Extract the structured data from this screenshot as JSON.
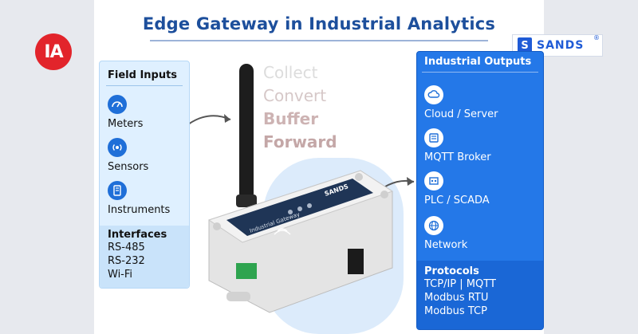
{
  "title": "Edge Gateway in Industrial Analytics",
  "logos": {
    "left": "IA",
    "right": "SANDS",
    "right_badge": "S",
    "right_reg": "®"
  },
  "field_inputs": {
    "heading": "Field Inputs",
    "items": [
      {
        "label": "Meters",
        "icon": "gauge-icon"
      },
      {
        "label": "Sensors",
        "icon": "sensor-waves-icon"
      },
      {
        "label": "Instruments",
        "icon": "instrument-icon"
      }
    ]
  },
  "interfaces": {
    "heading": "Interfaces",
    "items": [
      "RS-485",
      "RS-232",
      "Wi-Fi"
    ]
  },
  "process_steps": [
    "Collect",
    "Convert",
    "Buffer",
    "Forward"
  ],
  "device": {
    "label": "Industrial Gateway",
    "brand": "SANDS"
  },
  "industrial_outputs": {
    "heading": "Industrial Outputs",
    "items": [
      {
        "label": "Cloud / Server",
        "icon": "cloud-icon"
      },
      {
        "label": "MQTT Broker",
        "icon": "broker-icon"
      },
      {
        "label": "PLC / SCADA",
        "icon": "plc-icon"
      },
      {
        "label": "Network",
        "icon": "network-icon"
      }
    ]
  },
  "protocols": {
    "heading": "Protocols",
    "items": [
      "TCP/IP | MQTT",
      "Modbus RTU",
      "Modbus TCP"
    ]
  },
  "colors": {
    "title": "#1d4f9c",
    "accent_blue": "#2478e8",
    "left_panel": "#dff0ff",
    "ia_red": "#e2242b"
  }
}
